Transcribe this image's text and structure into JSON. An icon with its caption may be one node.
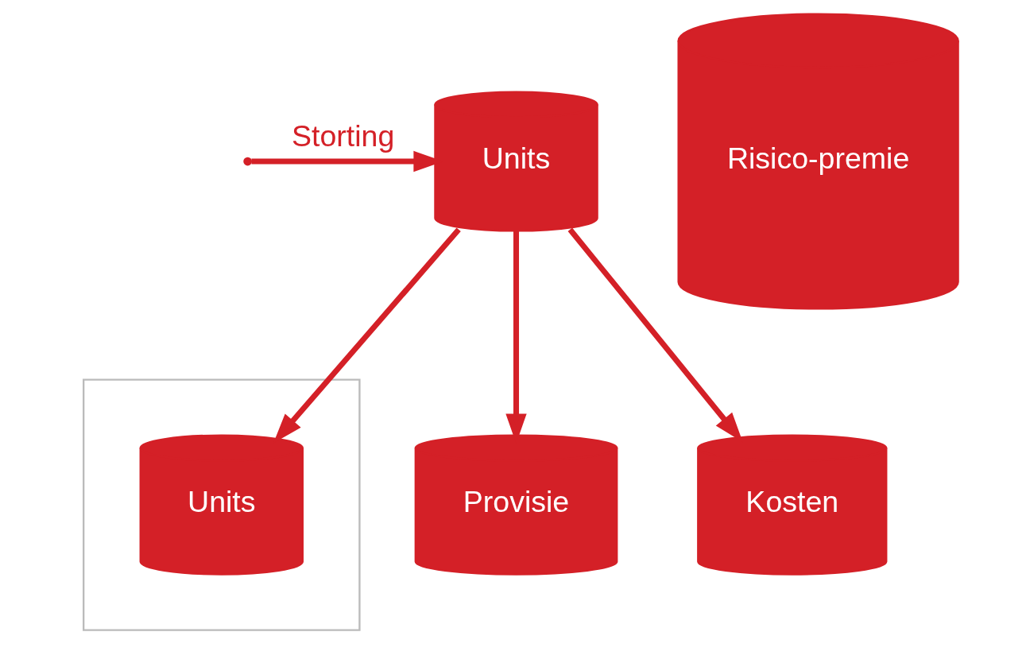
{
  "diagram": {
    "nodes": [
      {
        "text": [
          "Units"
        ]
      },
      {
        "text": [],
        "shape": "box"
      },
      {
        "text": [
          "Units"
        ],
        "in": 1
      },
      {
        "text": [
          "Provisie"
        ]
      },
      {
        "text": [
          "Kosten"
        ]
      },
      {
        "text": [
          "Risico-premie"
        ]
      }
    ],
    "edges": [
      {
        "from": null,
        "to": 0,
        "arrow": "to",
        "label": "Storting"
      },
      {
        "from": 0,
        "to": 2,
        "arrow": "to"
      },
      {
        "from": 0,
        "to": 3,
        "arrow": "to"
      },
      {
        "from": 0,
        "to": 4,
        "arrow": "to"
      }
    ]
  }
}
